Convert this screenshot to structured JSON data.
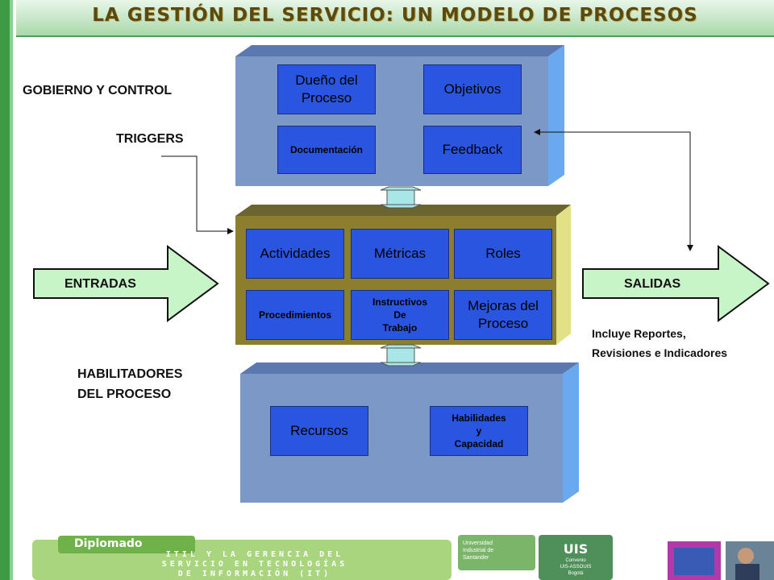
{
  "title": "LA GESTIÓN DEL SERVICIO: UN MODELO DE PROCESOS",
  "labels": {
    "gobierno": "GOBIERNO Y CONTROL",
    "triggers": "TRIGGERS",
    "entradas": "ENTRADAS",
    "salidas": "SALIDAS",
    "habilitadores_1": "HABILITADORES",
    "habilitadores_2": "DEL PROCESO",
    "incluye_1": "Incluye Reportes,",
    "incluye_2": "Revisiones e Indicadores"
  },
  "top_block": {
    "dueno_1": "Dueño del",
    "dueno_2": "Proceso",
    "objetivos": "Objetivos",
    "documentacion": "Documentación",
    "feedback": "Feedback"
  },
  "middle_block": {
    "actividades": "Actividades",
    "metricas": "Métricas",
    "roles": "Roles",
    "procedimientos": "Procedimientos",
    "instructivos_1": "Instructivos",
    "instructivos_2": "De",
    "instructivos_3": "Trabajo",
    "mejoras_1": "Mejoras del",
    "mejoras_2": "Proceso"
  },
  "bottom_block": {
    "recursos": "Recursos",
    "habilidades_1": "Habilidades",
    "habilidades_2": "y",
    "habilidades_3": "Capacidad"
  },
  "footer": {
    "diplomado": "Diplomado",
    "line1": "ITIL Y LA GERENCIA DEL",
    "line2": "SERVICIO EN TECNOLOGÍAS",
    "line3": "DE INFORMACIÓN (IT)",
    "uis_text_1": "Universidad",
    "uis_text_2": "Industrial de",
    "uis_text_3": "Santander",
    "uis_logo": "UIS",
    "convenio_1": "Convenio",
    "convenio_2": "UIS-ASSOUIS",
    "convenio_3": "Bogotá"
  },
  "colors": {
    "accent_green": "#3f9a45",
    "box_blue": "#2a55e0",
    "block_blue": "#7b98c7",
    "block_olive": "#8c7e2d",
    "arrow_green": "#c8f5c8"
  }
}
